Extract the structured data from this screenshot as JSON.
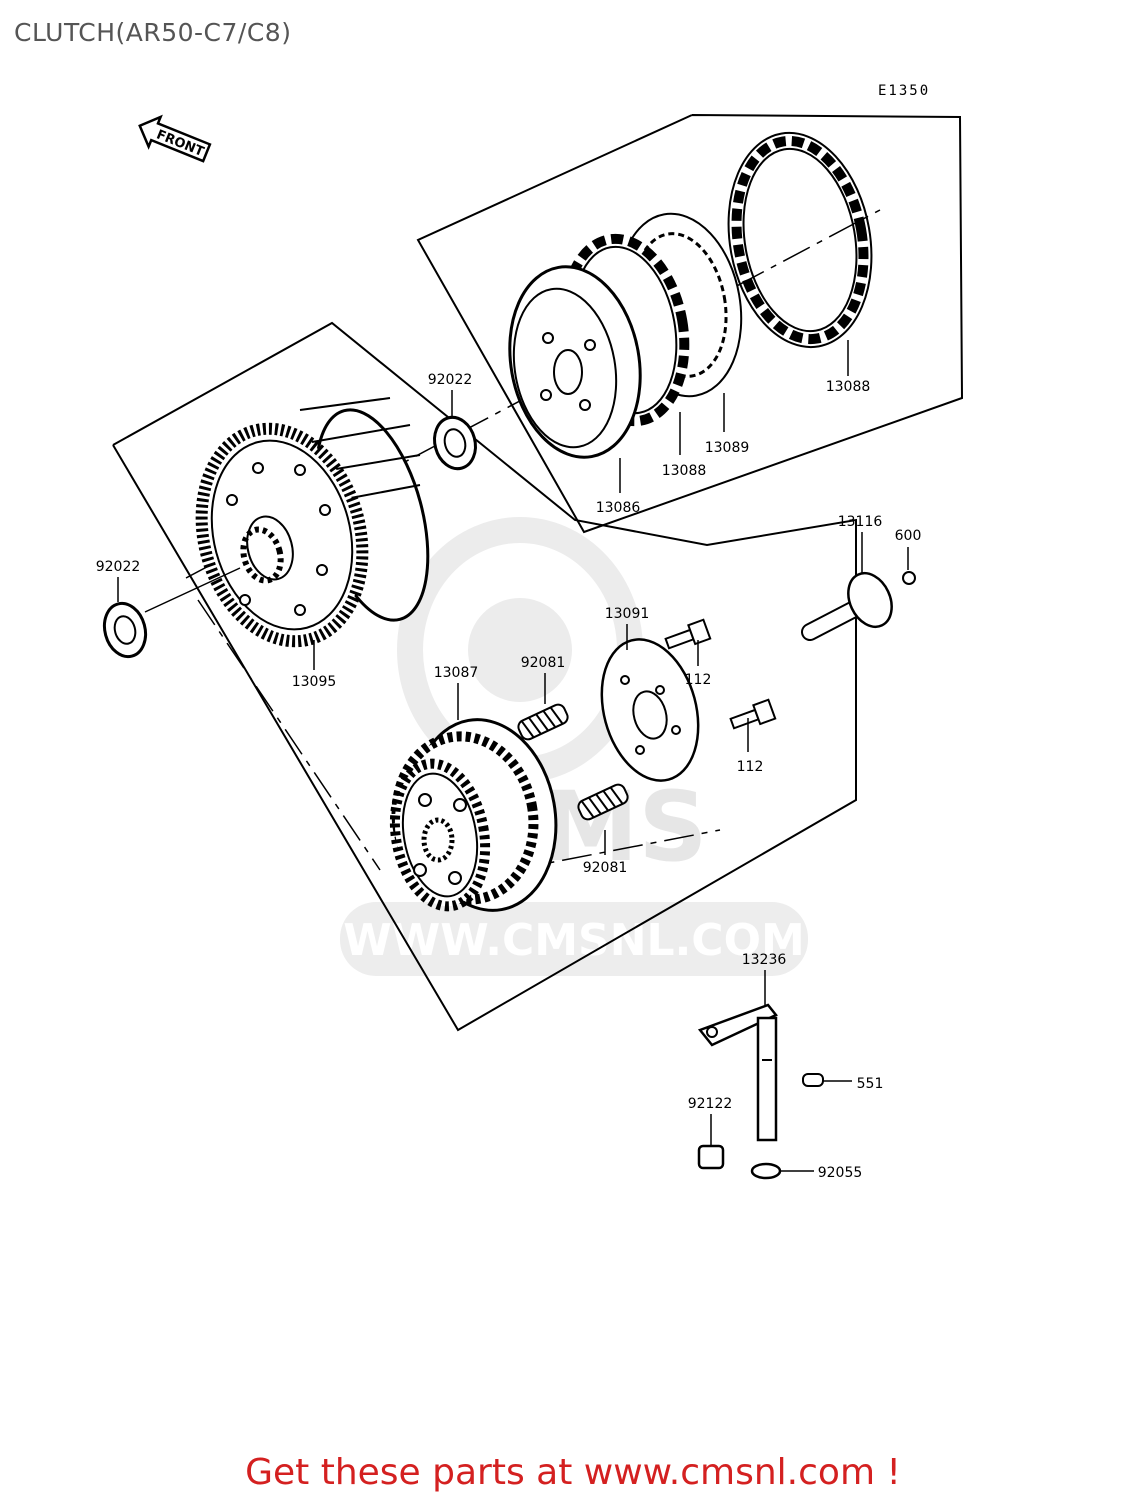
{
  "title": "CLUTCH(AR50-C7/C8)",
  "diagram_code": "E1350",
  "front_label": "FRONT",
  "watermark": {
    "logo_text": "CMS",
    "url": "WWW.CMSNL.COM"
  },
  "parts": {
    "p13088_top": "13088",
    "p13089": "13089",
    "p13088_mid": "13088",
    "p13086": "13086",
    "p92022_upper": "92022",
    "p92022_left": "92022",
    "p13095": "13095",
    "p13087": "13087",
    "p92081_upper": "92081",
    "p92081_lower": "92081",
    "p13091": "13091",
    "p112_upper": "112",
    "p112_lower": "112",
    "p13116": "13116",
    "p600": "600",
    "p13236": "13236",
    "p551": "551",
    "p92122": "92122",
    "p92055": "92055"
  },
  "footer_text": "Get these parts at www.cmsnl.com !",
  "colors": {
    "title": "#555555",
    "footer": "#d42020",
    "line": "#000000",
    "watermark": "#e6e6e6"
  }
}
